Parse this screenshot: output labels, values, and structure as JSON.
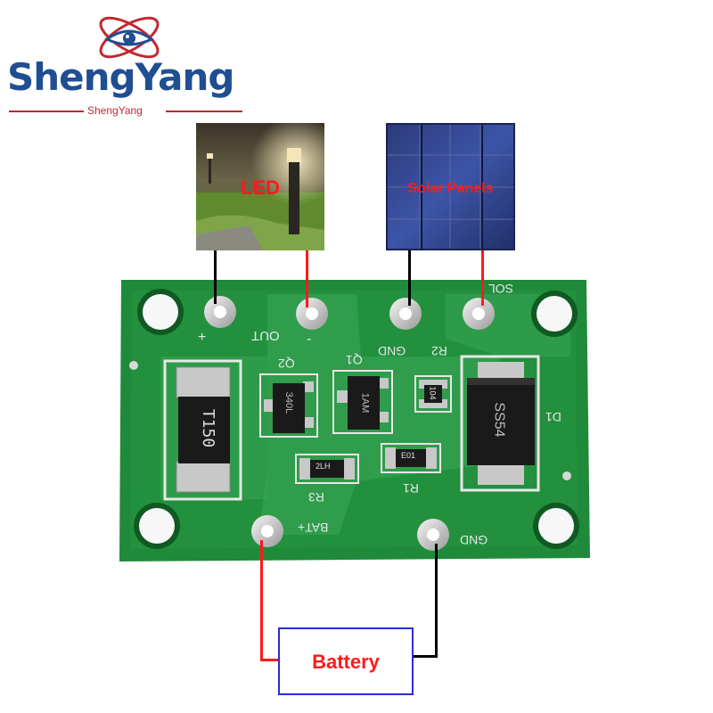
{
  "brand": {
    "name": "ShengYang",
    "tagline": "ShengYang"
  },
  "photos": {
    "led": "LED",
    "solar": "Solar Panels"
  },
  "battery": "Battery",
  "silkscreen": {
    "out": "OUT",
    "plus": "+",
    "minus": "-",
    "gnd_top": "GND",
    "sol": "SOL",
    "bat": "BAT+",
    "gnd_bottom": "GND",
    "q2": "Q2",
    "q1": "Q1",
    "r2": "R2",
    "r3": "R3",
    "r1": "R1",
    "d1": "D1"
  },
  "parts": {
    "inductor": "T150",
    "q2_mark": "340L",
    "q1_mark": "1AM",
    "r2_mark": "104",
    "r3_mark": "2LH",
    "r1_mark": "E01",
    "diode": "SS54"
  },
  "colors": {
    "brand_blue": "#1f4e92",
    "brand_red": "#c0282e",
    "pcb_green": "#1f8a3a",
    "wire_red": "#ff1a1a",
    "wire_black": "#000000",
    "battery_border": "#2b2bd6"
  }
}
